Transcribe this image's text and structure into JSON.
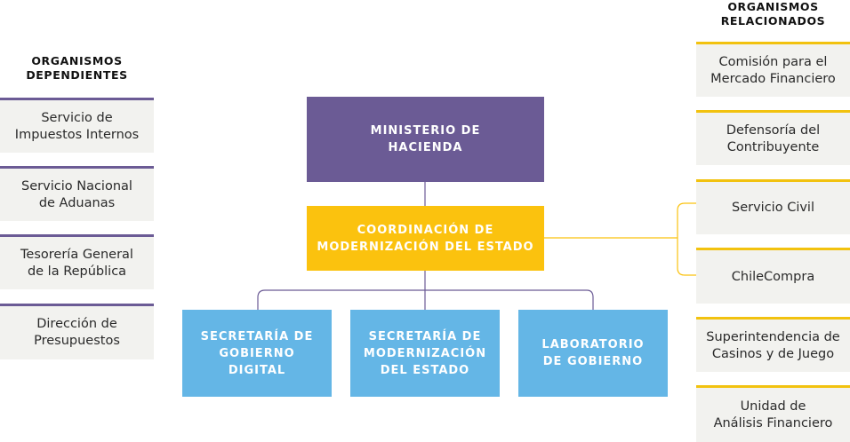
{
  "colors": {
    "purple": "#6b5b95",
    "yellow": "#fbc20e",
    "blue": "#64b6e6",
    "side_bg": "#f2f2ef"
  },
  "left": {
    "heading": "ORGANISMOS\nDEPENDIENTES",
    "items": [
      "Servicio de\nImpuestos Internos",
      "Servicio Nacional\nde Aduanas",
      "Tesorería General\nde la República",
      "Dirección de\nPresupuestos"
    ]
  },
  "center": {
    "ministry": "MINISTERIO DE\nHACIENDA",
    "coordination": "COORDINACIÓN DE\nMODERNIZACIÓN DEL ESTADO",
    "children": [
      "SECRETARÍA DE\nGOBIERNO DIGITAL",
      "SECRETARÍA DE\nMODERNIZACIÓN\nDEL ESTADO",
      "LABORATORIO\nDE GOBIERNO"
    ]
  },
  "right": {
    "heading": "ORGANISMOS\nRELACIONADOS",
    "items": [
      "Comisión para el\nMercado Financiero",
      "Defensoría del\nContribuyente",
      "Servicio Civil",
      "ChileCompra",
      "Superintendencia de\nCasinos y de Juego",
      "Unidad de\nAnálisis Financiero"
    ]
  }
}
